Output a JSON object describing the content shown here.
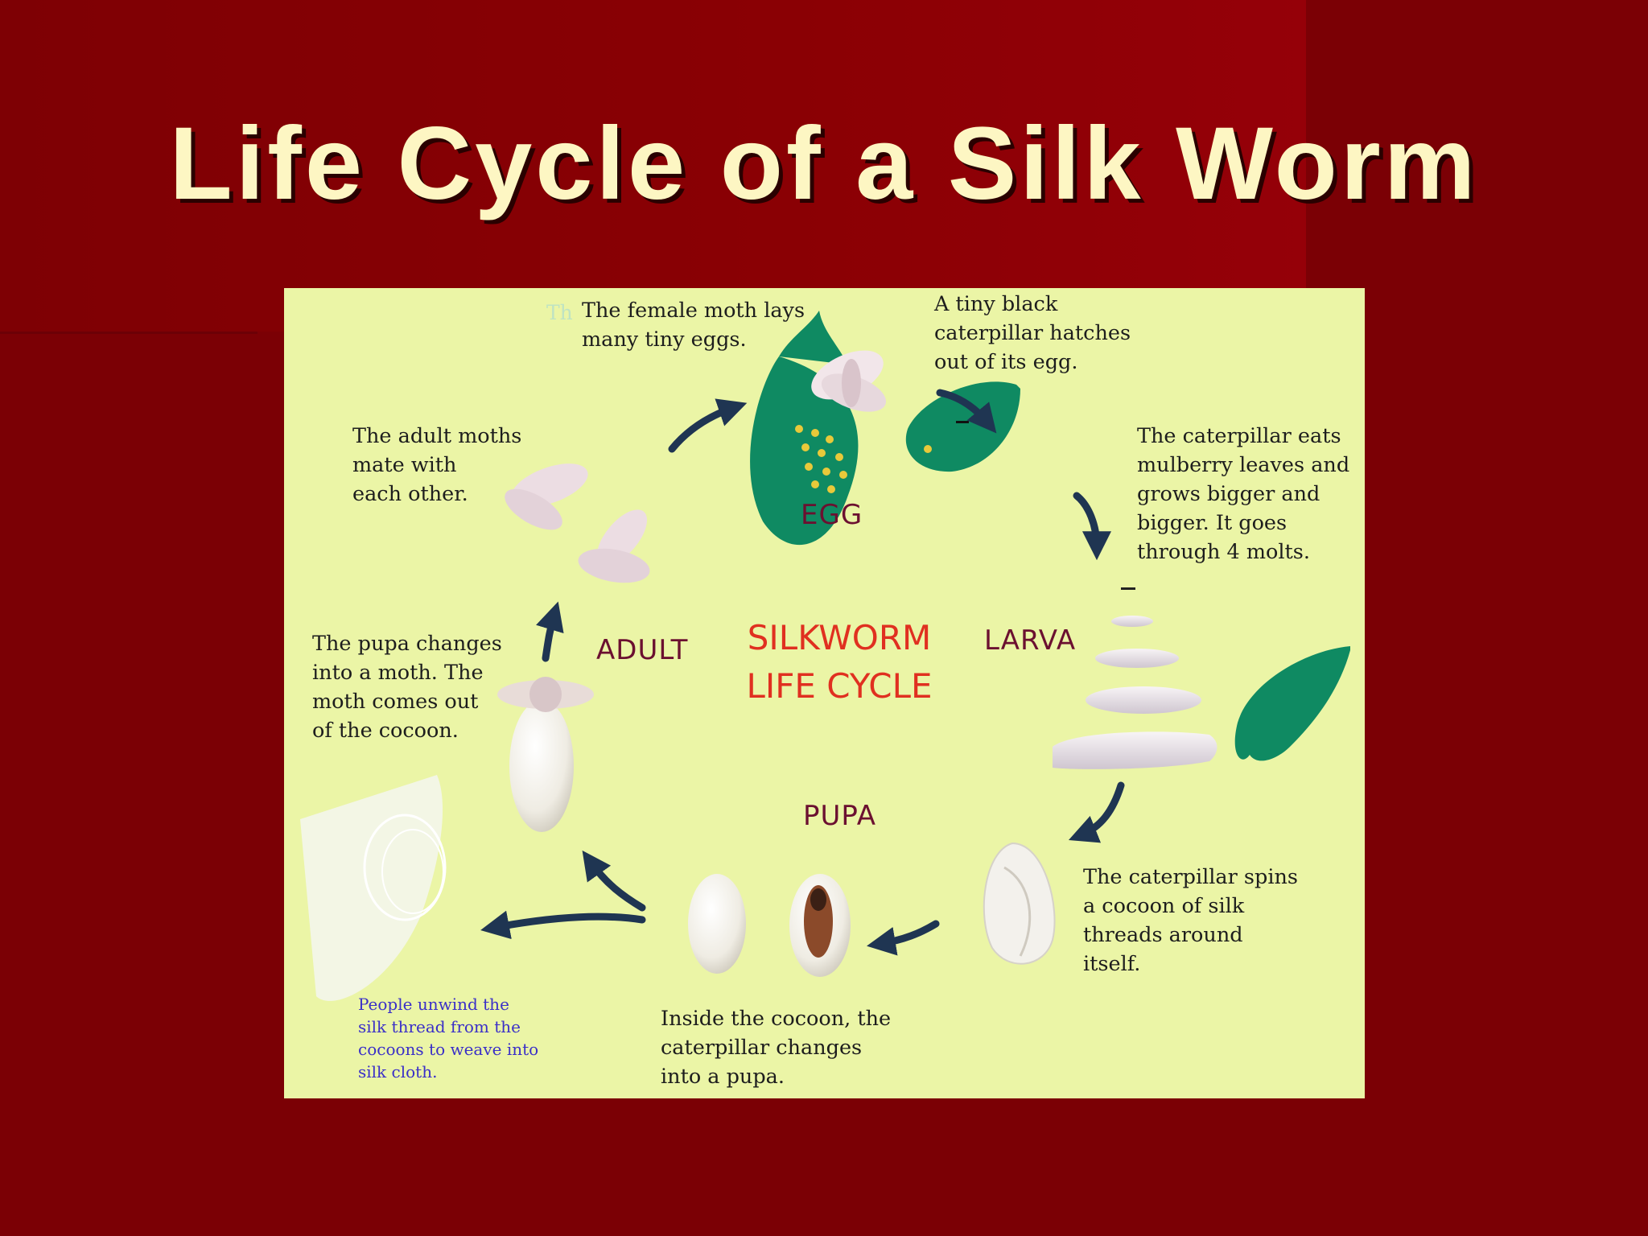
{
  "slide": {
    "title": "Life Cycle of a Silk Worm"
  },
  "diagram": {
    "center_title": [
      "SILKWORM",
      "LIFE CYCLE"
    ],
    "stages": {
      "egg": "EGG",
      "larva": "LARVA",
      "pupa": "PUPA",
      "adult": "ADULT"
    },
    "captions": {
      "female_lays": "The female moth lays\nmany tiny eggs.",
      "hatch": "A tiny black\ncaterpillar hatches\nout of its egg.",
      "eats": "The caterpillar eats\nmulberry leaves and\ngrows bigger and\nbigger. It goes\nthrough 4 molts.",
      "spins": "The caterpillar spins\na cocoon of silk\nthreads around\nitself.",
      "inside": "Inside the cocoon, the\ncaterpillar changes\ninto a pupa.",
      "pupa_changes": "The pupa changes\ninto a moth. The\nmoth comes out\nof the cocoon.",
      "mate": "The adult moths\nmate with\neach other.",
      "unwind": "People unwind the\nsilk thread from the\ncocoons to weave into\nsilk cloth."
    },
    "colors": {
      "panel": "#ebf5a6",
      "leaf": "#0f8a62",
      "arrow": "#1f3552",
      "stage_label": "#6b1030",
      "center_title": "#e03020",
      "cocoon": "#f4f1ea"
    },
    "icons": [
      "moth-icon",
      "leaf-icon",
      "caterpillar-icon",
      "cocoon-icon",
      "pupa-icon",
      "silk-thread-icon",
      "arrow-icon"
    ]
  }
}
